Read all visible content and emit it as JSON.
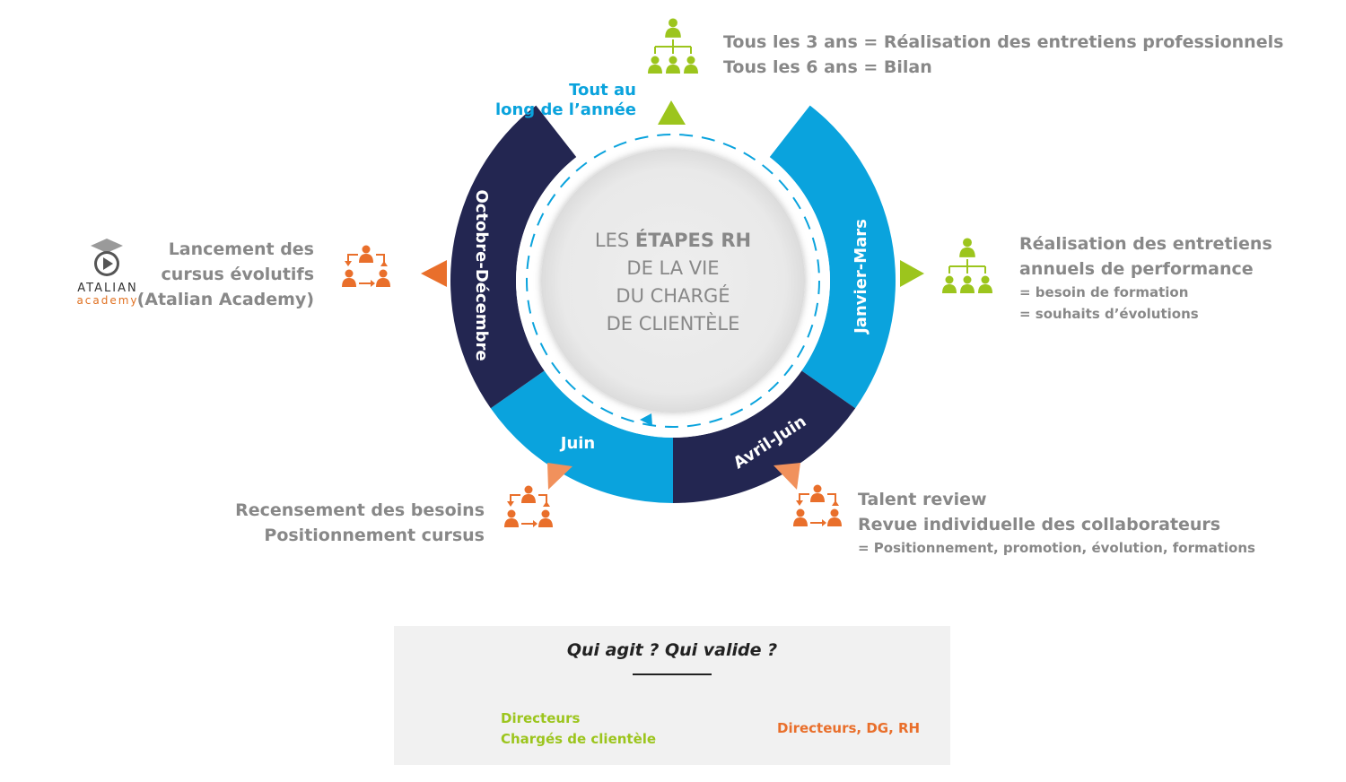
{
  "center": {
    "line1_prefix": "LES ",
    "line1_bold": "ÉTAPES RH",
    "line2": "DE LA VIE",
    "line3": "DU CHARGÉ",
    "line4": "DE CLIENTÈLE"
  },
  "segments": {
    "janvier_mars": "Janvier-Mars",
    "avril_juin": "Avril-Juin",
    "juin": "Juin",
    "octobre_decembre": "Octobre-Décembre"
  },
  "top_label": {
    "line1": "Tout au",
    "line2": "long de l’année"
  },
  "blocks": {
    "top": {
      "line1": "Tous les 3 ans = Réalisation des entretiens professionnels",
      "line2": "Tous les 6 ans = Bilan"
    },
    "right": {
      "line1": "Réalisation des entretiens",
      "line2": "annuels de performance",
      "sub1": "= besoin de formation",
      "sub2": "= souhaits d’évolutions"
    },
    "bottom_right": {
      "line1": "Talent review",
      "line2": "Revue individuelle des collaborateurs",
      "sub1": "= Positionnement, promotion, évolution, formations"
    },
    "bottom_left": {
      "line1": "Recensement des besoins",
      "line2": "Positionnement cursus"
    },
    "left": {
      "line1": "Lancement des",
      "line2": "cursus évolutifs",
      "line3": "(Atalian Academy)"
    }
  },
  "logo": {
    "brand": "ATALIAN",
    "sub": "academy"
  },
  "legend": {
    "title": "Qui agit ? Qui valide ?",
    "green_line1": "Directeurs",
    "green_line2": "Chargés de clientèle",
    "orange_label": "Directeurs, DG, RH"
  },
  "icons": {
    "green": "org-hierarchy-icon",
    "orange": "team-cycle-icon",
    "logo": "play-graduation-cap-icon"
  },
  "colors": {
    "navy": "#232651",
    "blue": "#0aa3dd",
    "green": "#9cc51d",
    "orange": "#e96f2b",
    "gray_text": "#888888",
    "center_fill": "#ececec"
  }
}
